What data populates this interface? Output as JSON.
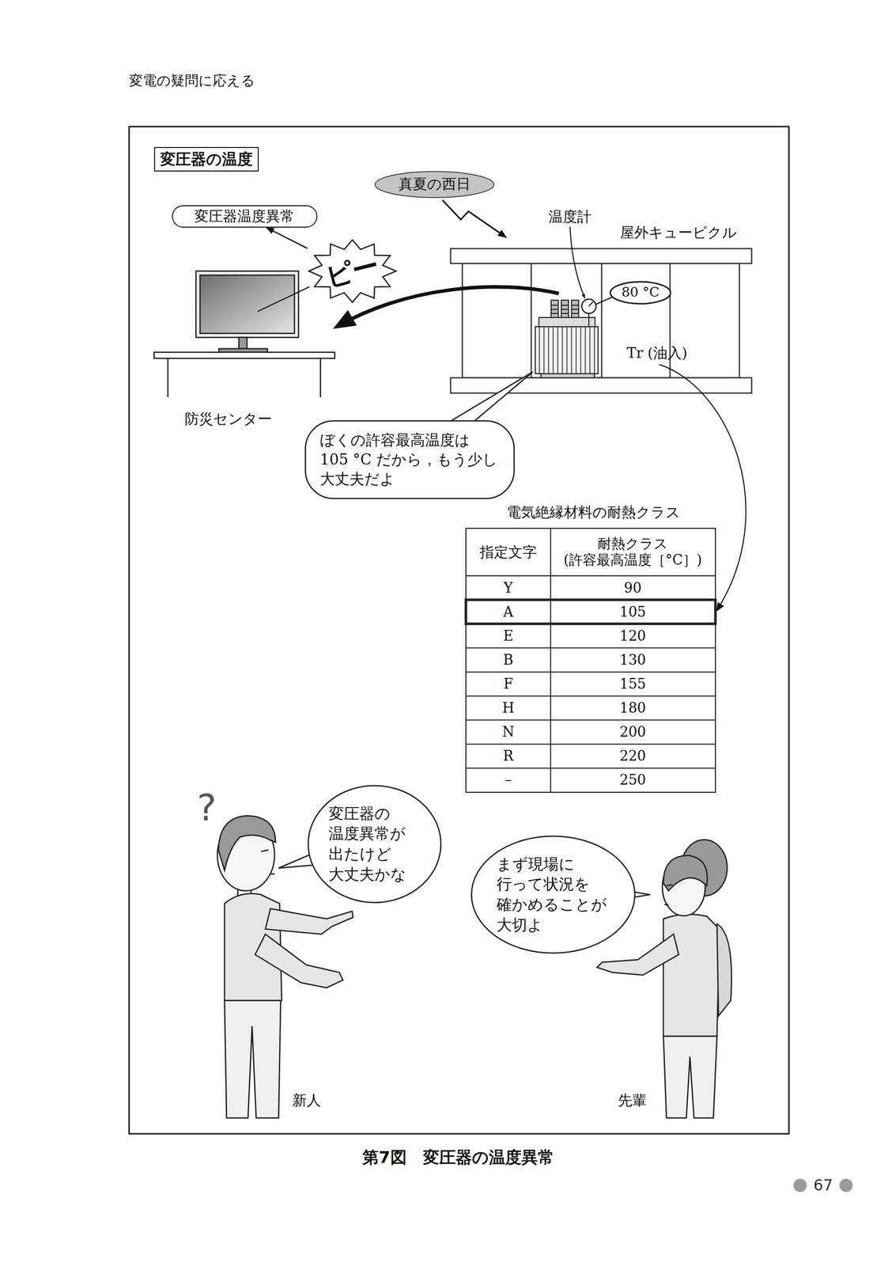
{
  "diagram": {
    "title": "変圧器の温度",
    "caption": "第7図　変圧器の温度異常",
    "nodes": [
      {
        "text": [
          "真夏の西日"
        ]
      },
      {
        "text": [
          "変圧器温度異常"
        ]
      },
      {
        "text": [
          "ピー"
        ]
      },
      {
        "text": [
          "80 °C"
        ]
      },
      {
        "text": [
          "ぼくの許容最高温度は 105 °C だから，もう少し 大丈夫だよ"
        ]
      },
      {
        "text": [
          "変圧器の 温度異常が 出たけど 大丈夫かな"
        ]
      },
      {
        "text": [
          "まず現場に 行って状況を 確かめることが 大切よ"
        ]
      }
    ],
    "edges": [
      {
        "from": 2,
        "to": 1,
        "arrow": "to"
      }
    ],
    "labels": [
      "変電の疑問に応える",
      "温度計",
      "屋外キュービクル",
      "Tr (油入)",
      "防災センター",
      "電気絶縁材料の耐熱クラス",
      "指定文字",
      "耐熱クラス (許容最高温度［°C］)",
      "Y",
      "90",
      "A",
      "105",
      "E",
      "120",
      "B",
      "130",
      "F",
      "155",
      "H",
      "180",
      "N",
      "200",
      "R",
      "220",
      "–",
      "250",
      "?",
      "新人",
      "先輩",
      "67"
    ]
  }
}
